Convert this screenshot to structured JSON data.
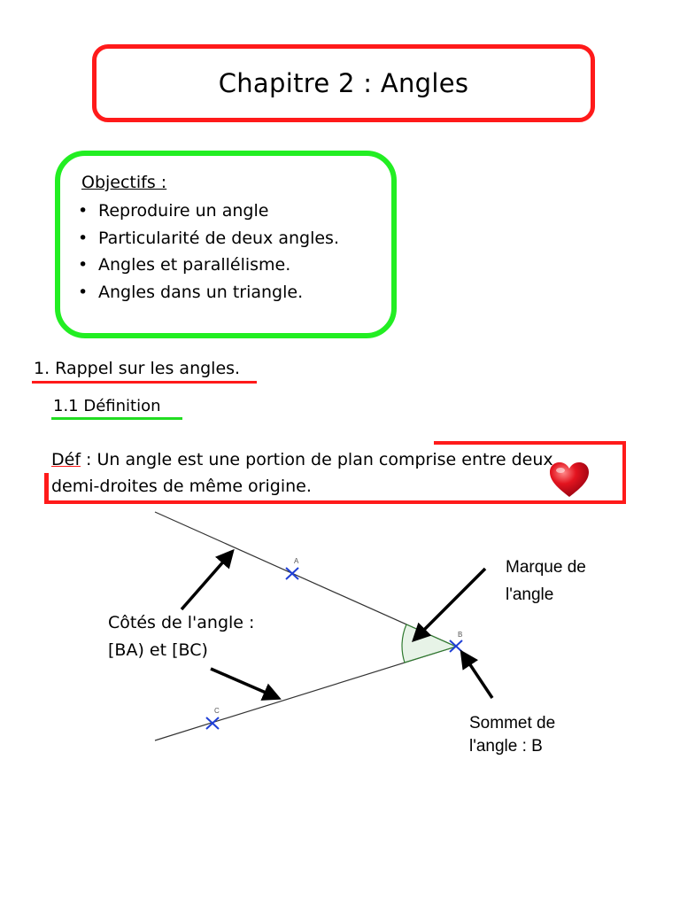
{
  "title": "Chapitre 2 : Angles",
  "objectives": {
    "heading": "Objectifs :",
    "items": [
      "Reproduire un angle",
      "Particularité de deux angles.",
      "Angles et parallélisme.",
      "Angles dans un triangle."
    ]
  },
  "section1": {
    "title": "1. Rappel sur les angles."
  },
  "section1_1": {
    "title": "1.1 Définition"
  },
  "definition": {
    "term": "Déf",
    "line1": " : Un angle est une portion de plan comprise entre deux",
    "line2": "demi-droites de même origine."
  },
  "figure": {
    "point_a": "A",
    "point_b": "B",
    "point_c": "C",
    "sides_label_line1": "Côtés de l'angle :",
    "sides_label_line2": "[BA) et [BC)",
    "mark_label_line1": "Marque de",
    "mark_label_line2": "l'angle",
    "vertex_label_line1": "Sommet de",
    "vertex_label_line2": "l'angle : B"
  },
  "colors": {
    "title_border": "#ff1a1a",
    "objectives_border": "#22ee22",
    "point_marks": "#1f3fd6",
    "heart": "#d40f1f"
  }
}
